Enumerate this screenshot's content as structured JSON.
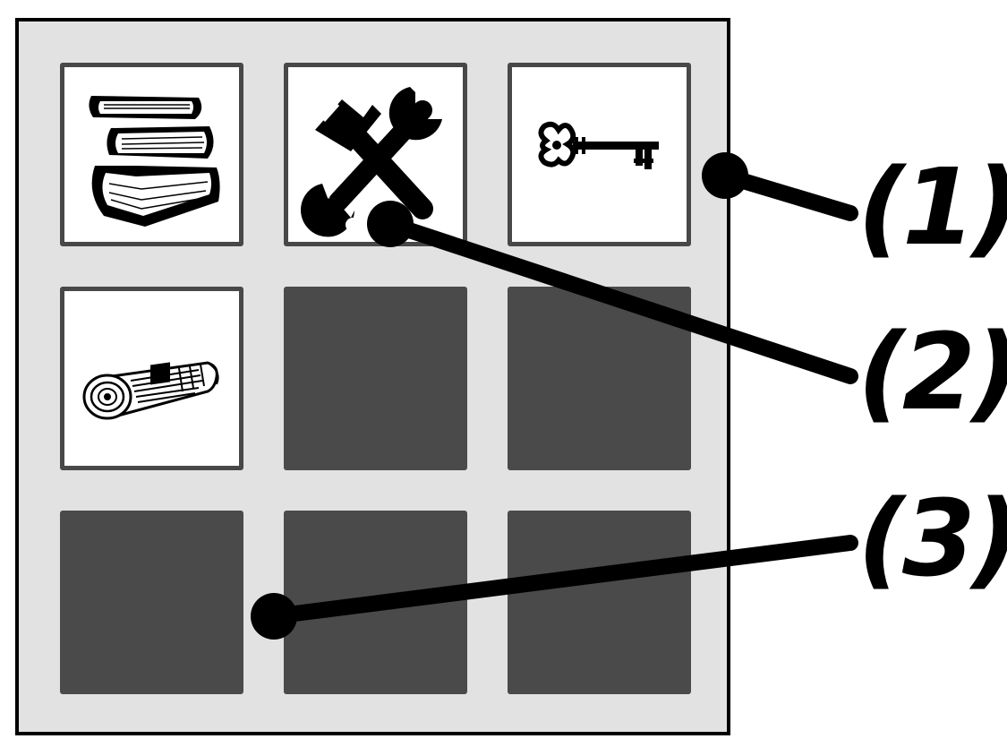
{
  "panel": {
    "rows": 3,
    "cols": 3,
    "tiles": [
      {
        "state": "filled",
        "icon": "books-icon"
      },
      {
        "state": "filled",
        "icon": "tools-icon"
      },
      {
        "state": "filled",
        "icon": "key-icon"
      },
      {
        "state": "filled",
        "icon": "newspaper-icon"
      },
      {
        "state": "empty",
        "icon": ""
      },
      {
        "state": "empty",
        "icon": ""
      },
      {
        "state": "empty",
        "icon": ""
      },
      {
        "state": "empty",
        "icon": ""
      },
      {
        "state": "empty",
        "icon": ""
      }
    ],
    "colors": {
      "background": "#e2e2e2",
      "empty_slot": "#4a4a4a",
      "filled_slot": "#ffffff",
      "border": "#484848"
    }
  },
  "callouts": [
    {
      "label": "(1)",
      "target": "panel"
    },
    {
      "label": "(2)",
      "target": "filled-slot"
    },
    {
      "label": "(3)",
      "target": "empty-slot"
    }
  ]
}
